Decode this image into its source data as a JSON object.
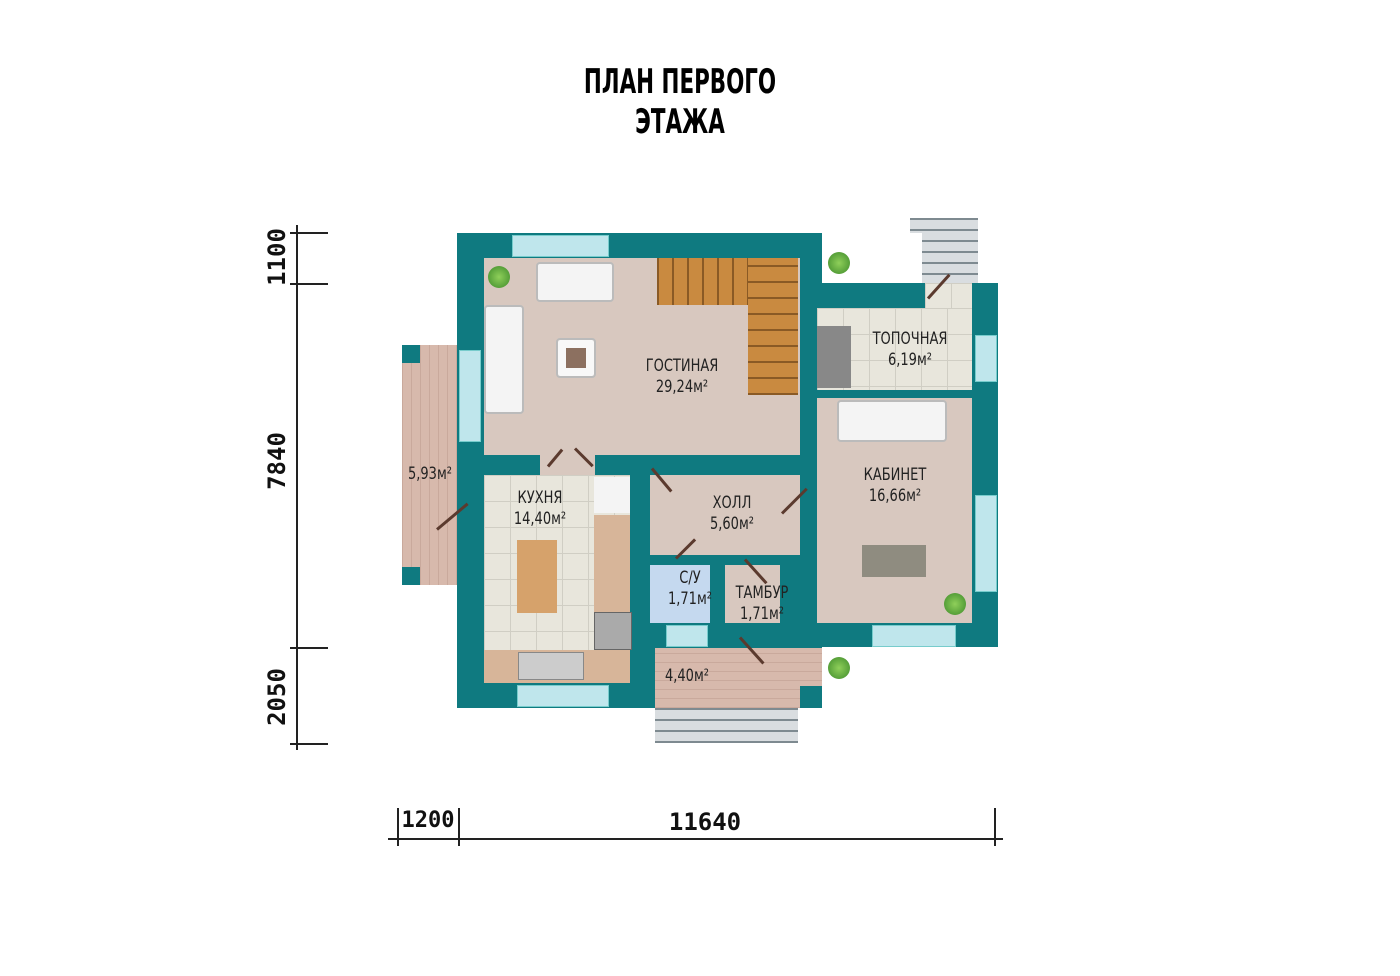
{
  "title": "ПЛАН ПЕРВОГО ЭТАЖА",
  "rooms": [
    {
      "name": "ГОСТИНАЯ",
      "area": "29,24м²"
    },
    {
      "name": "ТОПОЧНАЯ",
      "area": "6,19м²"
    },
    {
      "name": "КАБИНЕТ",
      "area": "16,66м²"
    },
    {
      "name": "КУХНЯ",
      "area": "14,40м²"
    },
    {
      "name": "ХОЛЛ",
      "area": "5,60м²"
    },
    {
      "name": "С/У",
      "area": "1,71м²"
    },
    {
      "name": "ТАМБУР",
      "area": "1,71м²"
    }
  ],
  "terraces": {
    "left": "5,93м²",
    "porch": "4,40м²"
  },
  "dimensions": {
    "v1": "1100",
    "v2": "7840",
    "v3": "2050",
    "h1": "1200",
    "h2": "11640"
  },
  "colors": {
    "wall": "#0f7a80",
    "floor": "#d8c8bf"
  }
}
